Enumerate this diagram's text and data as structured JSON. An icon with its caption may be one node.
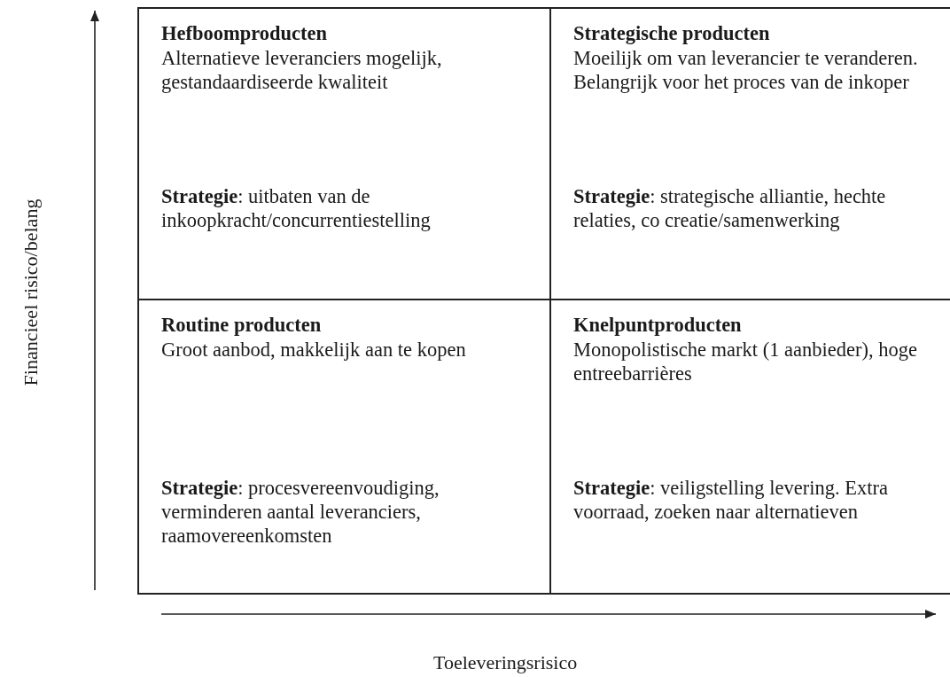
{
  "diagram": {
    "nodes": [
      {
        "text": [
          "Hefboomproducten",
          "Alternatieve leveranciers mogelijk, gestandaardiseerde kwaliteit",
          "**Strategie**: uitbaten van de inkoopkracht/concurrentiestelling"
        ]
      },
      {
        "text": [
          "Strategische producten",
          "Moeilijk om van leverancier te veranderen. Belangrijk voor het proces van de inkoper",
          "**Strategie**: strategische alliantie, hechte relaties, co creatie/samenwerking"
        ]
      },
      {
        "text": [
          "Routine producten",
          "Groot aanbod, makkelijk aan te kopen",
          "**Strategie**: procesvereenvoudiging, verminderen aantal leveranciers, raamovereenkomsten"
        ]
      },
      {
        "text": [
          "Knelpuntproducten",
          "Monopolistische markt (1 aanbieder), hoge entreebarrières",
          "**Strategie**: veiligstelling levering. Extra voorraad, zoeken naar alternatieven"
        ]
      }
    ],
    "labels": [
      "Financieel risico/belang",
      "Toeleveringsrisico"
    ]
  }
}
